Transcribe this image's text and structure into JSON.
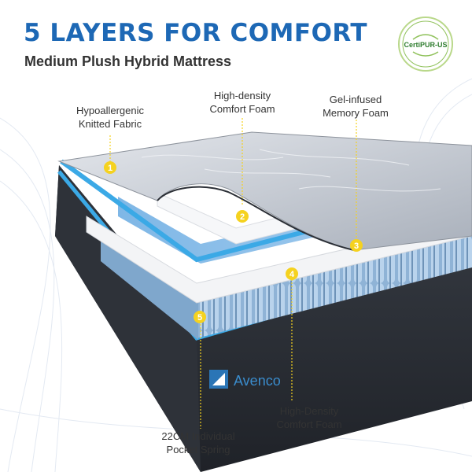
{
  "header": {
    "title": "5 LAYERS FOR COMFORT",
    "subtitle": "Medium Plush Hybrid Mattress"
  },
  "badge": {
    "text": "CertiPUR-US"
  },
  "brand": {
    "name": "Avenco"
  },
  "layers": [
    {
      "number": "1",
      "line1": "Hypoallergenic",
      "line2": "Knitted Fabric"
    },
    {
      "number": "2",
      "line1": "High-density",
      "line2": "Comfort Foam"
    },
    {
      "number": "3",
      "line1": "Gel-infused",
      "line2": "Memory Foam"
    },
    {
      "number": "4",
      "line1": "High-Density",
      "line2": "Comfort Foam"
    },
    {
      "number": "5",
      "line1": "22CM Individual",
      "line2": "Pocket Spring"
    }
  ],
  "colors": {
    "title": "#1d68b5",
    "marker": "#f5d21f",
    "accent_blue": "#3ba9e6",
    "fabric": "#c9ced6",
    "side": "#2b2f36"
  }
}
